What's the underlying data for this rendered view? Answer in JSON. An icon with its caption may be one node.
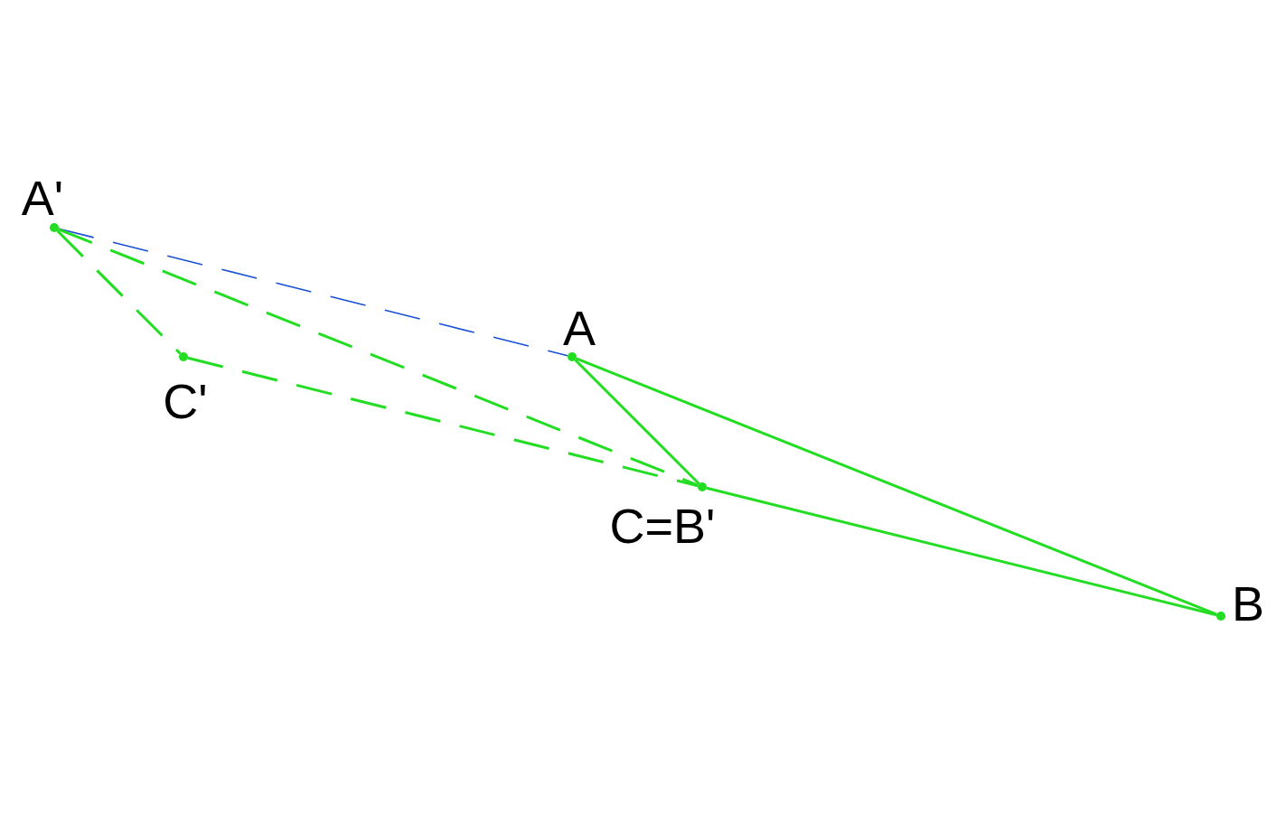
{
  "diagram": {
    "nodes": [
      {
        "text": [],
        "shape": "circle",
        "beside": [
          "A'"
        ]
      },
      {
        "text": [],
        "shape": "circle",
        "beside": [
          "C'"
        ]
      },
      {
        "text": [],
        "shape": "circle",
        "beside": [
          "A"
        ]
      },
      {
        "text": [],
        "shape": "circle",
        "beside": [
          "C=B'"
        ]
      },
      {
        "text": [],
        "shape": "circle",
        "beside": [
          "B"
        ]
      }
    ],
    "edges": [
      {
        "from": 0,
        "to": 2,
        "arrow": "none",
        "style": "dashed",
        "color": "#1a4fd6"
      },
      {
        "from": 0,
        "to": 1,
        "arrow": "none",
        "style": "dashed"
      },
      {
        "from": 0,
        "to": 3,
        "arrow": "none",
        "style": "dashed"
      },
      {
        "from": 1,
        "to": 3,
        "arrow": "none",
        "style": "dashed"
      },
      {
        "from": 2,
        "to": 3,
        "arrow": "none"
      },
      {
        "from": 2,
        "to": 4,
        "arrow": "none"
      },
      {
        "from": 3,
        "to": 4,
        "arrow": "none"
      }
    ]
  }
}
